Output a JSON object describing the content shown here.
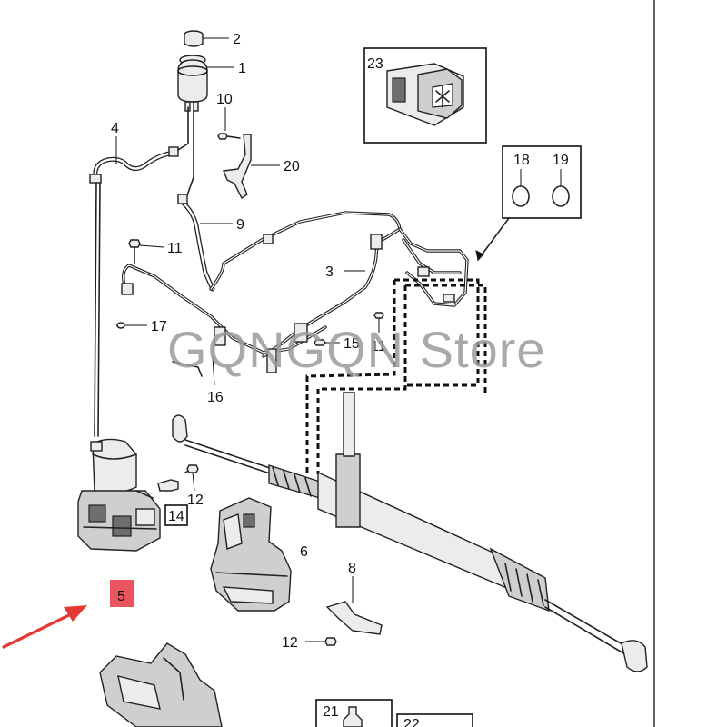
{
  "watermark": "GQNGQN Store",
  "highlight_color": "#e9555f",
  "arrow_color": "#e53935",
  "callouts": [
    {
      "id": "c1",
      "label": "1"
    },
    {
      "id": "c2",
      "label": "2"
    },
    {
      "id": "c3",
      "label": "3"
    },
    {
      "id": "c4",
      "label": "4"
    },
    {
      "id": "c5",
      "label": "5"
    },
    {
      "id": "c6",
      "label": "6"
    },
    {
      "id": "c8",
      "label": "8"
    },
    {
      "id": "c9",
      "label": "9"
    },
    {
      "id": "c10",
      "label": "10"
    },
    {
      "id": "c11a",
      "label": "11"
    },
    {
      "id": "c11b",
      "label": "11"
    },
    {
      "id": "c12a",
      "label": "12"
    },
    {
      "id": "c12b",
      "label": "12"
    },
    {
      "id": "c14",
      "label": "14"
    },
    {
      "id": "c15",
      "label": "15"
    },
    {
      "id": "c16",
      "label": "16"
    },
    {
      "id": "c17",
      "label": "17"
    },
    {
      "id": "c18",
      "label": "18"
    },
    {
      "id": "c19",
      "label": "19"
    },
    {
      "id": "c20",
      "label": "20"
    },
    {
      "id": "c21",
      "label": "21"
    },
    {
      "id": "c22",
      "label": "22"
    },
    {
      "id": "c23",
      "label": "23"
    }
  ]
}
